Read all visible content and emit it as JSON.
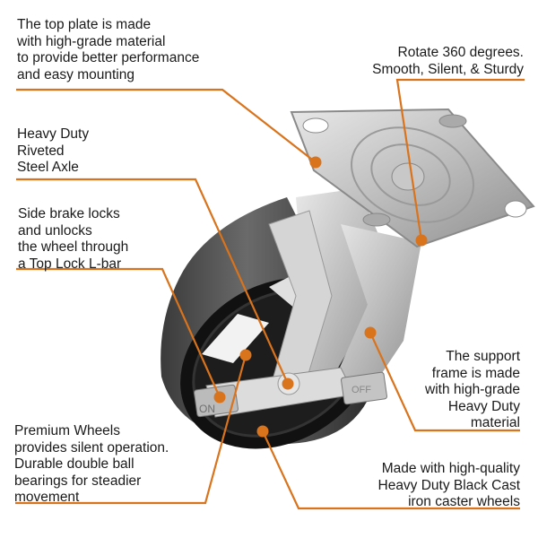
{
  "accent_color": "#d9731c",
  "annotations": {
    "top_plate": "The top plate is made\nwith high-grade material\nto provide better performance\nand easy mounting",
    "rotate": "Rotate 360 degrees.\nSmooth, Silent, & Sturdy",
    "axle": "Heavy Duty\nRiveted\nSteel Axle",
    "brake": "Side brake locks\nand unlocks\nthe wheel through\na Top Lock L-bar",
    "support_frame": "The support\nframe is made\nwith high-grade\nHeavy Duty\nmaterial",
    "premium_wheels": "Premium Wheels\nprovides silent operation.\nDurable double ball\nbearings for steadier\nmovement",
    "cast_iron": "Made with high-quality\nHeavy Duty Black Cast\niron caster wheels"
  },
  "pedal_labels": {
    "on": "ON",
    "off": "OFF"
  }
}
